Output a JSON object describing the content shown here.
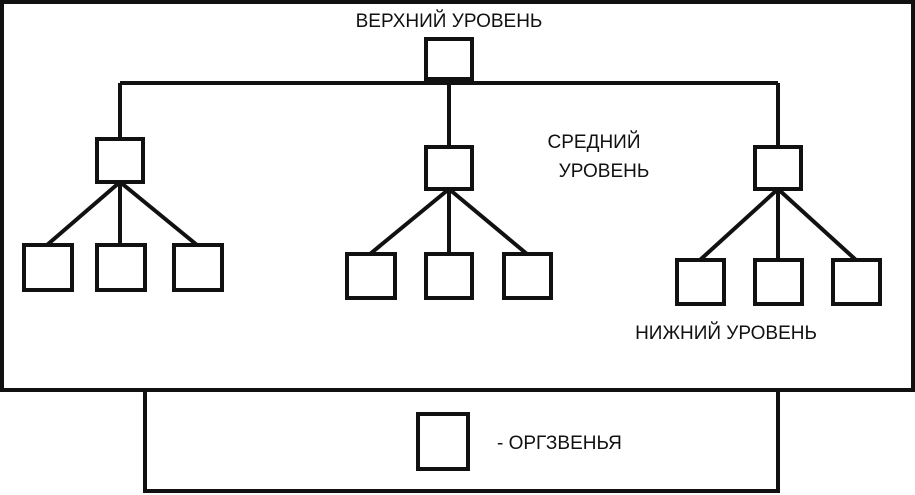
{
  "diagram": {
    "labels": {
      "top_level": "ВЕРХНИЙ УРОВЕНЬ",
      "middle_level_line1": "СРЕДНИЙ",
      "middle_level_line2": "УРОВЕНЬ",
      "bottom_level": "НИЖНИЙ УРОВЕНЬ"
    },
    "legend": {
      "label": "- ОРГЗВЕНЬЯ"
    },
    "stroke_color": "#111111"
  }
}
